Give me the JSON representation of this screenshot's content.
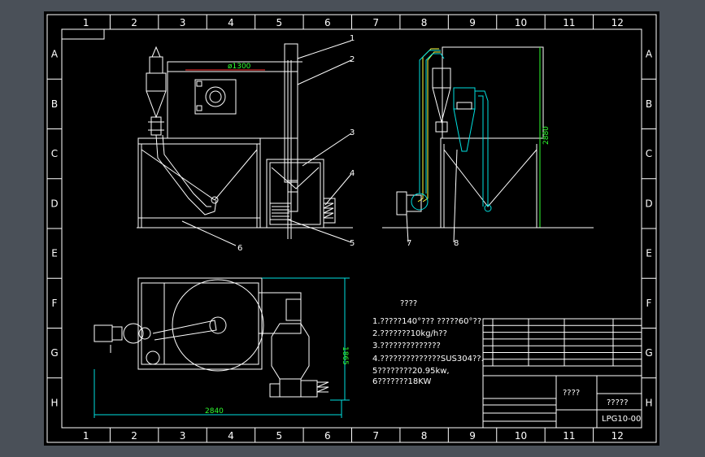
{
  "grid": {
    "columns": [
      "1",
      "2",
      "3",
      "4",
      "5",
      "6",
      "7",
      "8",
      "9",
      "10",
      "11",
      "12"
    ],
    "rows": [
      "A",
      "B",
      "C",
      "D",
      "E",
      "F",
      "G",
      "H"
    ]
  },
  "callouts": [
    "1",
    "2",
    "3",
    "4",
    "5",
    "6",
    "7",
    "8"
  ],
  "dimensions": {
    "diameter": "ø1300",
    "height_right": "2880",
    "plan_width": "2840",
    "plan_depth": "1865"
  },
  "notes": {
    "title": "????",
    "lines": [
      "1.?????140°???  ?????60°??",
      "2.???????10kg/h??",
      "3.??????????????",
      "4.??????????????SUS304??.",
      "5????????20.95kw,",
      "6???????18KW"
    ]
  },
  "title_block": {
    "name": "????",
    "company": "?????",
    "drawing_no": "LPG10-00"
  },
  "colors": {
    "background": "#4a5058",
    "sheet": "#000000",
    "frame": "#ffffff",
    "cyan": "#00e0e0",
    "yellow": "#ffff40",
    "red": "#ff3030",
    "green": "#30ff30"
  }
}
